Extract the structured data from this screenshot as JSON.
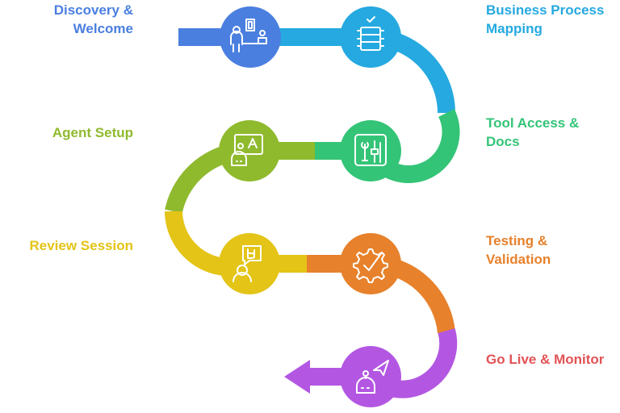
{
  "steps": [
    {
      "label": [
        "Discovery &",
        "Welcome"
      ],
      "color": "#4a7fe0",
      "icon": "person-presenting-icon"
    },
    {
      "label": [
        "Business Process",
        "Mapping"
      ],
      "color": "#25a9e0",
      "icon": "process-list-icon"
    },
    {
      "label": [
        "Tool Access &",
        "Docs"
      ],
      "color": "#34c477",
      "icon": "tools-sliders-icon"
    },
    {
      "label": [
        "Agent Setup"
      ],
      "color": "#8fba2e",
      "icon": "robot-board-icon"
    },
    {
      "label": [
        "Review Session"
      ],
      "color": "#e3c417",
      "icon": "speech-review-icon"
    },
    {
      "label": [
        "Testing &",
        "Validation"
      ],
      "color": "#e7812b",
      "icon": "gear-check-icon"
    },
    {
      "label": [
        "Go Live & Monitor"
      ],
      "color": "#b357e2",
      "icon": "robot-launch-icon"
    }
  ],
  "label_colors": [
    "#4a7fe0",
    "#25a9e0",
    "#34c477",
    "#8fba2e",
    "#e3c417",
    "#e7812b",
    "#e25254"
  ]
}
